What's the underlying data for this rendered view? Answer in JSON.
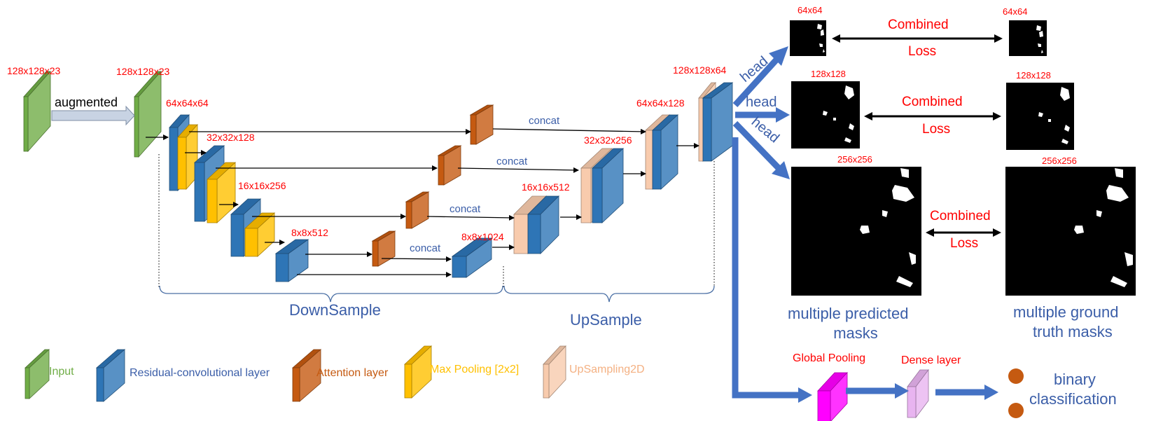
{
  "dimensions": {
    "input": "128x128x23",
    "augmented_input": "128x128x23",
    "enc1": "64x64x64",
    "enc2": "32x32x128",
    "enc3": "16x16x256",
    "enc4": "8x8x512",
    "bottleneck": "8x8x1024",
    "dec1": "16x16x512",
    "dec2": "32x32x256",
    "dec3": "64x64x128",
    "output": "128x128x64"
  },
  "labels": {
    "augmented": "augmented",
    "concat": "concat",
    "downsample": "DownSample",
    "upsample": "UpSample",
    "head": "head"
  },
  "masks": {
    "small": "64x64",
    "medium": "128x128",
    "large": "256x256",
    "combined": "Combined",
    "loss": "Loss",
    "predicted_line1": "multiple predicted",
    "predicted_line2": "masks",
    "truth_line1": "multiple ground",
    "truth_line2": "truth masks"
  },
  "classifier": {
    "global_pooling": "Global Pooling",
    "dense_layer": "Dense layer",
    "output_line1": "binary",
    "output_line2": "classification"
  },
  "legend": {
    "input": "Input",
    "residual": "Residual-convolutional layer",
    "attention": "Attention layer",
    "maxpool": "Max Pooling [2x2]",
    "upsampling": "UpSampling2D"
  },
  "colors": {
    "input": "#70ad47",
    "residual": "#2e75b6",
    "attention": "#c55a11",
    "maxpool": "#ffc000",
    "upsampling": "#f8cbad",
    "pooling": "#ff00ff",
    "dense": "#e8b4f0",
    "arrow_blue": "#4472c4",
    "dim_text": "#ff0000",
    "label_blue": "#3b5ea8",
    "node_orange": "#c55a11"
  }
}
